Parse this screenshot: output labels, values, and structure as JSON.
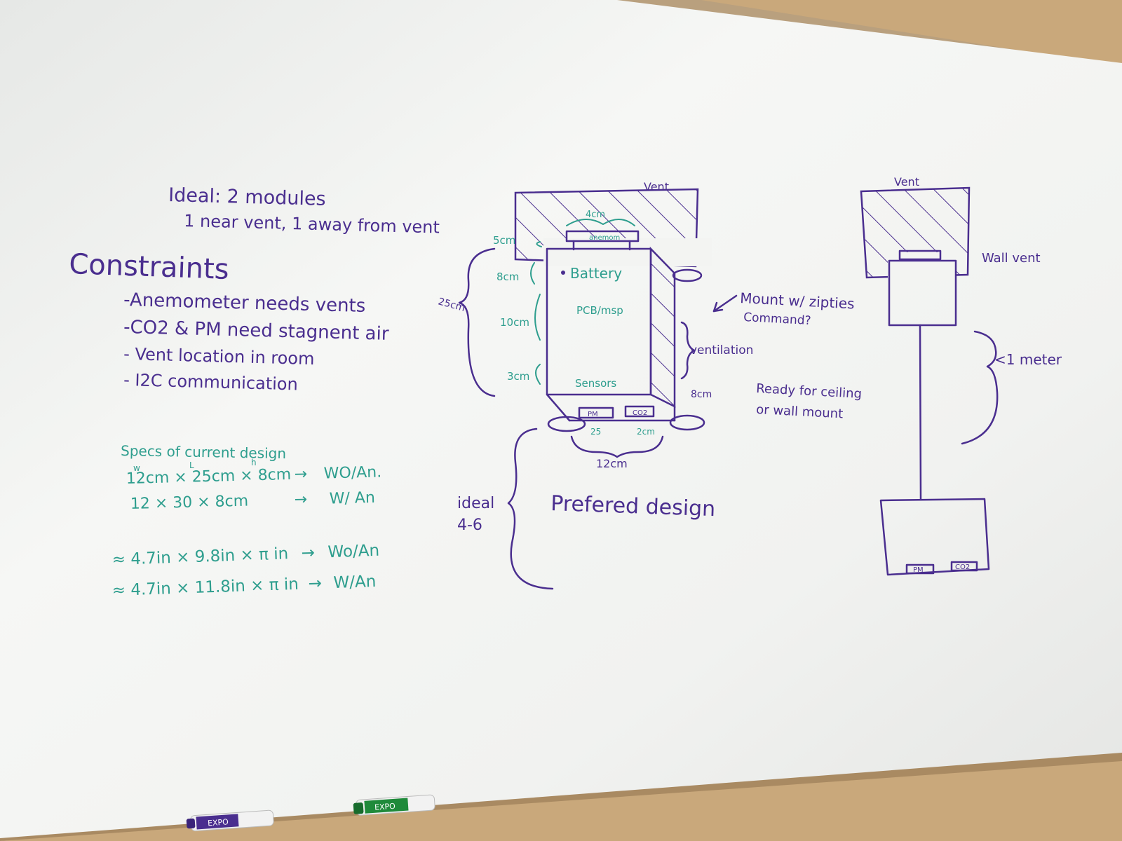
{
  "colors": {
    "board": "#f2f3f1",
    "frame": "#c9a87b",
    "purple_ink": "#4a2e8f",
    "teal_ink": "#2e9e8e"
  },
  "left": {
    "ideal_title": "Ideal: 2 modules",
    "ideal_sub": "1 near vent, 1 away from vent",
    "constraints_title": "Constraints",
    "constraints": [
      "-Anemometer needs vents",
      "-CO2 & PM need stagnent air",
      "- Vent location in room",
      "- I2C communication"
    ],
    "specs_title": "Specs of current design",
    "spec_headers": [
      "w",
      "L",
      "h"
    ],
    "specs": [
      {
        "dims": "12cm × 25cm × 8cm",
        "arrow": "→",
        "label": "WO/An."
      },
      {
        "dims": "12 × 30 × 8cm",
        "arrow": "→",
        "label": "W/ An"
      },
      {
        "dims": "≈ 4.7in × 9.8in × π in",
        "arrow": "→",
        "label": "Wo/An"
      },
      {
        "dims": "≈ 4.7in × 11.8in × π in",
        "arrow": "→",
        "label": "W/An"
      }
    ]
  },
  "middle": {
    "vent": "Vent",
    "anemometer_dim": "4cm",
    "anemometer": "anemom",
    "dim_5cm": "5cm",
    "dim_8cm": "8cm",
    "dim_10cm": "10cm",
    "dim_3cm": "3cm",
    "dim_25cm": "25cm",
    "battery": "Battery",
    "pcb": "PCB/msp",
    "sensors": "Sensors",
    "pm": "PM",
    "co2": "CO2",
    "pm_dim": "25",
    "co2_dim": "2cm",
    "width_dim": "12cm",
    "depth_dim": "8cm",
    "ventilation": "ventilation",
    "mount_line1": "Mount w/ zipties",
    "mount_line2": "Command?",
    "ready_line1": "Ready for ceiling",
    "ready_line2": "or wall mount",
    "ideal_line1": "ideal",
    "ideal_line2": "4-6",
    "preferred": "Prefered design"
  },
  "right": {
    "vent": "Vent",
    "wall_vent": "Wall vent",
    "distance": "<1 meter",
    "pm": "PM",
    "co2": "CO2"
  },
  "markers": {
    "purple_brand": "EXPO",
    "green_brand": "EXPO"
  }
}
